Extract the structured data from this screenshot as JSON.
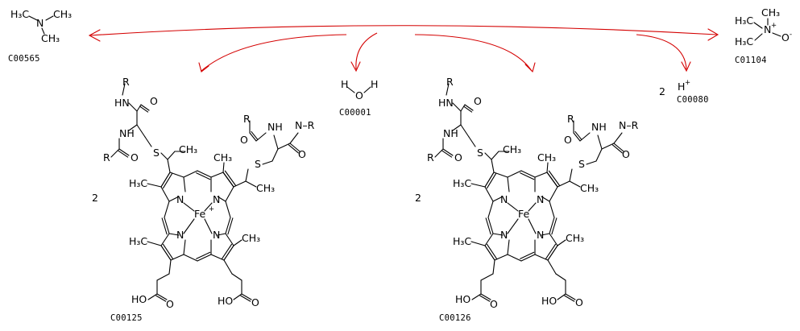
{
  "colors": {
    "arrow": "#d40000",
    "ink": "#000000",
    "background": "#ffffff"
  },
  "compounds": {
    "trimethylamine": {
      "id": "C00565",
      "atoms": {
        "n": "N",
        "ch3_top_left": "H₃C",
        "ch3_top_right": "CH₃",
        "ch3_bottom": "CH₃"
      }
    },
    "tmao": {
      "id": "C01104",
      "atoms": {
        "ch3_top": "CH₃",
        "ch3_left_top": "H₃C",
        "n": "N",
        "n_charge": "+",
        "o": "O",
        "o_charge": "-",
        "ch3_left_bottom": "H₃C"
      }
    },
    "water": {
      "id": "C00001",
      "atoms": {
        "h1": "H",
        "o": "O",
        "h2": "H"
      }
    },
    "proton": {
      "id": "C00080",
      "coefficient": "2",
      "atoms": {
        "h": "H",
        "charge": "+"
      }
    },
    "ferricytochrome": {
      "id": "C00125",
      "coefficient": "2",
      "metal": "Fe",
      "metal_charge": "+"
    },
    "ferrocytochrome": {
      "id": "C00126",
      "coefficient": "2",
      "metal": "Fe",
      "metal_charge": ""
    }
  },
  "labels": {
    "R": "R",
    "NH": "NH",
    "HN": "HN",
    "N": "N",
    "O": "O",
    "S": "S",
    "NHR": "N–R",
    "CH3": "CH₃",
    "H3C": "H₃C",
    "HO": "HO",
    "HOOC": "HO"
  }
}
